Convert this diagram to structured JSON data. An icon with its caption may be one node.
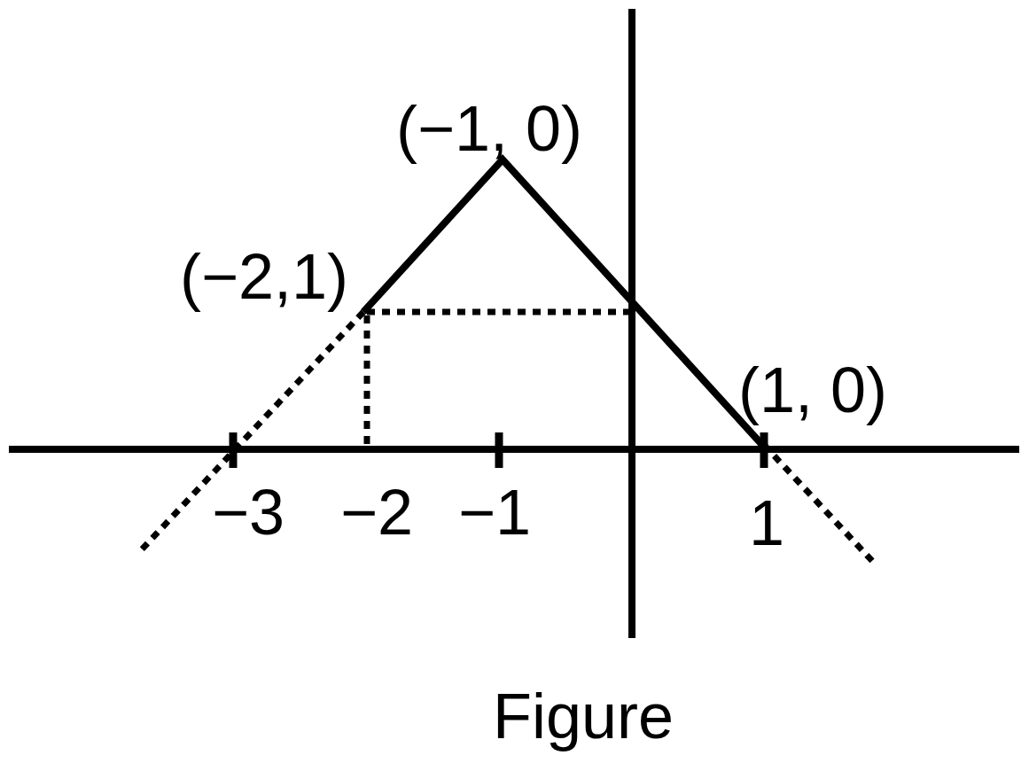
{
  "diagram": {
    "caption": "Figure",
    "labels": [
      "(−1, 0)",
      "(−2,1)",
      "(1, 0)",
      "−3",
      "−2",
      "−1",
      "1"
    ]
  }
}
